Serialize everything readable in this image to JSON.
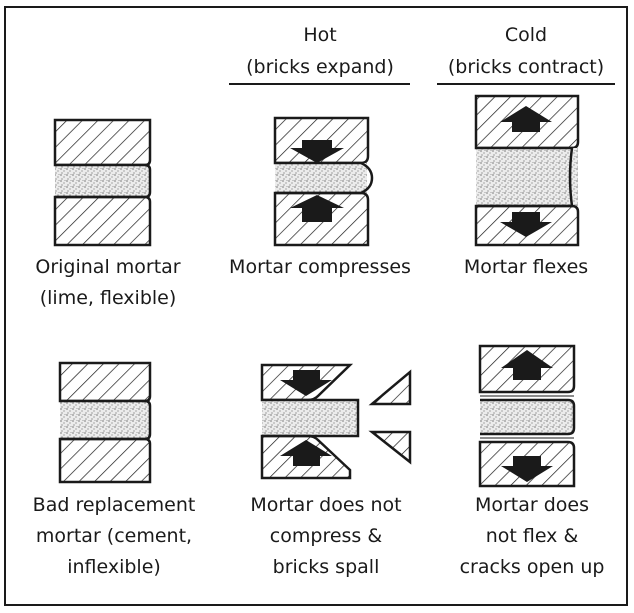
{
  "headers": {
    "hot": {
      "title": "Hot",
      "subtitle": "(bricks expand)"
    },
    "cold": {
      "title": "Cold",
      "subtitle": "(bricks contract)"
    }
  },
  "row1": {
    "original": {
      "line1": "Original mortar",
      "line2": "(lime, flexible)"
    },
    "hot": {
      "line1": "Mortar compresses"
    },
    "cold": {
      "line1": "Mortar flexes"
    }
  },
  "row2": {
    "original": {
      "line1": "Bad replacement",
      "line2": "mortar (cement,",
      "line3": "inflexible)"
    },
    "hot": {
      "line1": "Mortar does not",
      "line2": "compress &",
      "line3": "bricks spall"
    },
    "cold": {
      "line1": "Mortar does",
      "line2": "not flex &",
      "line3": "cracks open up"
    }
  },
  "colors": {
    "ink": "#1a1a1a",
    "mortar": "#d9d9d9"
  }
}
